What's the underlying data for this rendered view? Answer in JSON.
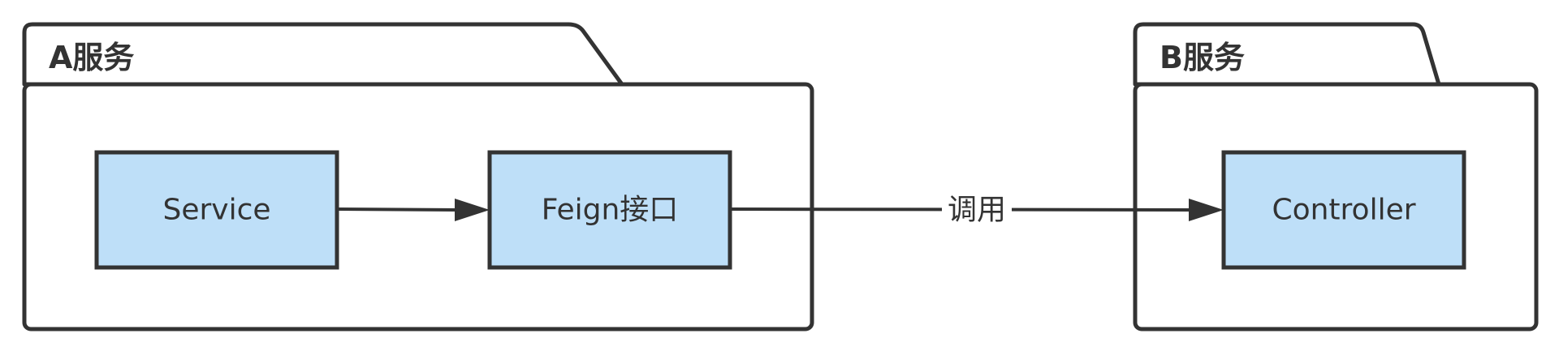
{
  "packages": {
    "a": {
      "title": "A服务"
    },
    "b": {
      "title": "B服务"
    }
  },
  "nodes": {
    "service": {
      "label": "Service"
    },
    "feign": {
      "label": "Feign接口"
    },
    "controller": {
      "label": "Controller"
    }
  },
  "edges": {
    "invoke": {
      "label": "调用"
    }
  },
  "colors": {
    "node_fill": "#bedff8",
    "stroke": "#333333",
    "background": "#ffffff"
  }
}
